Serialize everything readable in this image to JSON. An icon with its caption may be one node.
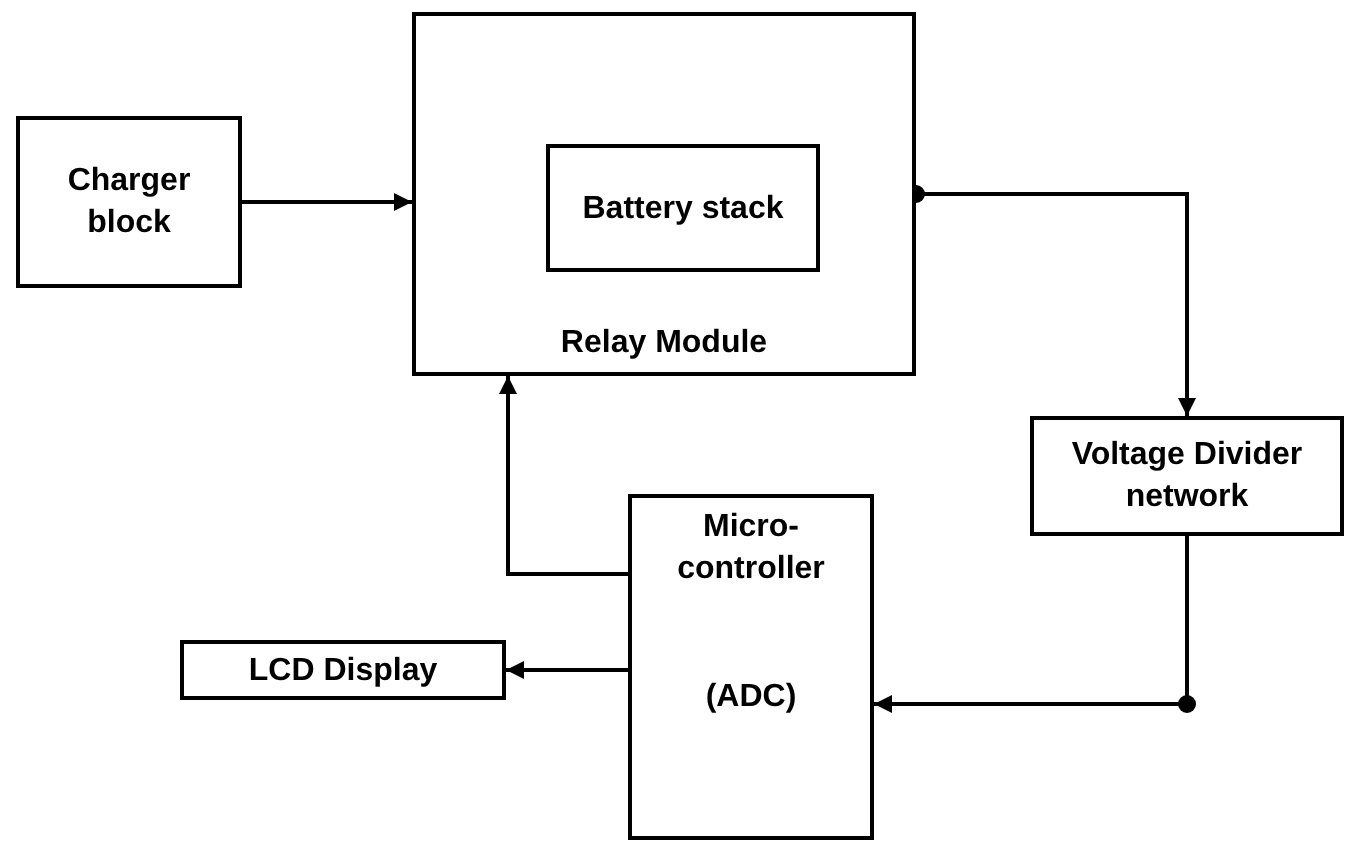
{
  "diagram": {
    "nodes": [
      {
        "text": [
          "Charger block"
        ]
      },
      {
        "text": [
          "Relay Module"
        ]
      },
      {
        "text": [
          "Battery stack"
        ],
        "in": 1
      },
      {
        "text": [
          "Voltage Divider network"
        ]
      },
      {
        "text": [
          "Micro- controller",
          "(ADC)"
        ]
      },
      {
        "text": [
          "LCD Display"
        ]
      }
    ],
    "edges": [
      {
        "from": 0,
        "to": 1,
        "arrow": "to"
      },
      {
        "from": 1,
        "to": 3,
        "arrow": "to"
      },
      {
        "from": 3,
        "to": 4,
        "arrow": "to"
      },
      {
        "from": 4,
        "to": 1,
        "arrow": "to"
      },
      {
        "from": 4,
        "to": 5,
        "arrow": "to"
      }
    ]
  }
}
